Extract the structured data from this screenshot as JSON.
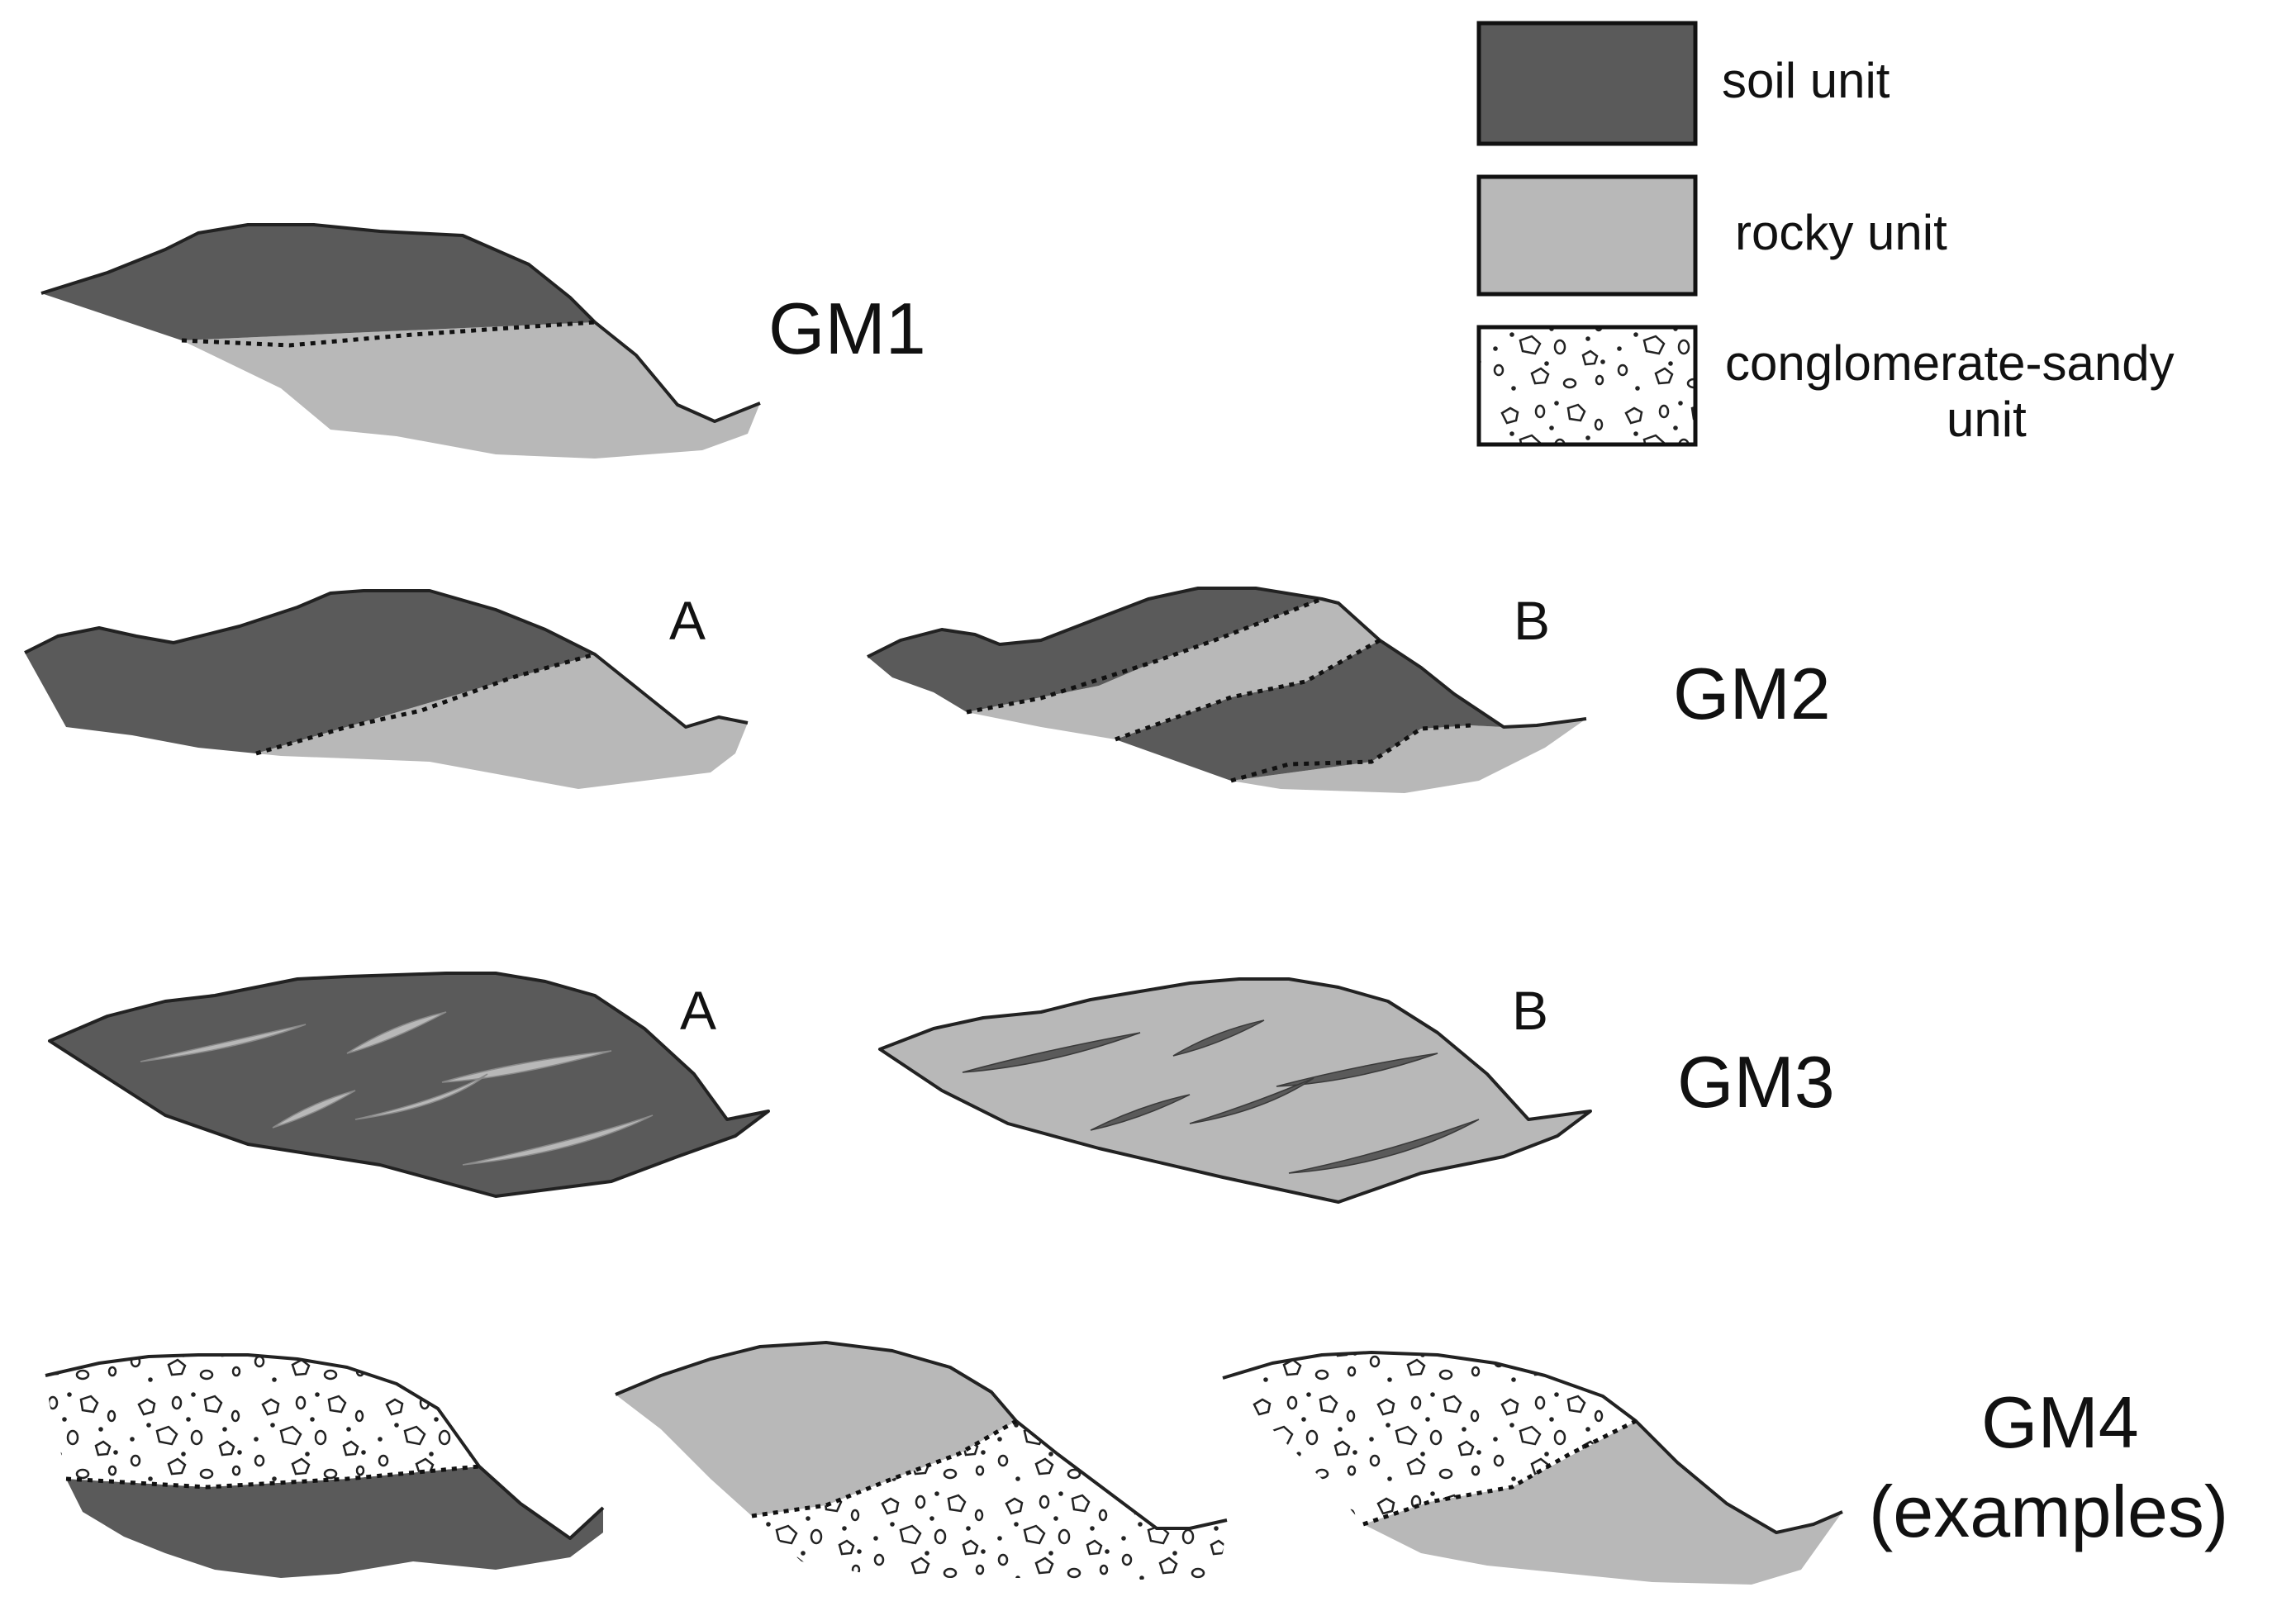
{
  "colors": {
    "soil": "#5a5a5a",
    "rocky": "#b8b8b8",
    "conglomerate": "#ffffff",
    "outline": "#222222"
  },
  "legend": {
    "soil_label": "soil unit",
    "rocky_label": "rocky unit",
    "conglomerate_label_line1": "conglomerate-sandy",
    "conglomerate_label_line2": "unit"
  },
  "models": {
    "gm1": {
      "label": "GM1"
    },
    "gm2": {
      "label": "GM2",
      "variant_a": "A",
      "variant_b": "B"
    },
    "gm3": {
      "label": "GM3",
      "variant_a": "A",
      "variant_b": "B"
    },
    "gm4": {
      "label_line1": "GM4",
      "label_line2": "(examples)"
    }
  }
}
